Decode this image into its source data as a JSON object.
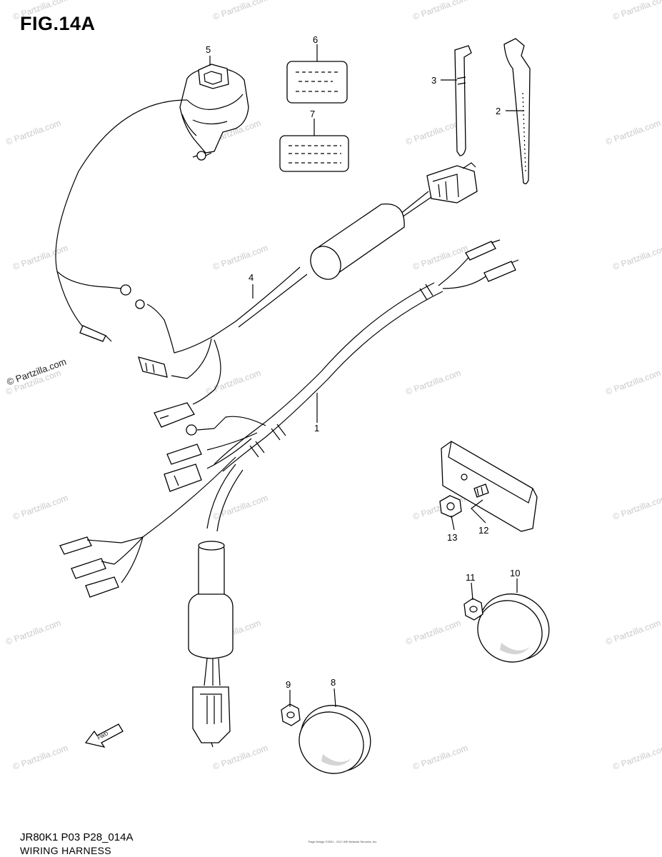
{
  "figure": {
    "title": "FIG.14A",
    "model_code": "JR80K1 P03 P28_014A",
    "name": "WIRING HARNESS",
    "direction_arrow": "FWD",
    "side_watermark": "© Partzilla.com",
    "footer_line1": "Page Design ©2001 - 2017 ARI Network Services, Inc."
  },
  "watermark_text": "© Partzilla.com",
  "callouts": [
    {
      "id": "callout-1",
      "label": "1"
    },
    {
      "id": "callout-2",
      "label": "2"
    },
    {
      "id": "callout-3",
      "label": "3"
    },
    {
      "id": "callout-4",
      "label": "4"
    },
    {
      "id": "callout-5",
      "label": "5"
    },
    {
      "id": "callout-6",
      "label": "6"
    },
    {
      "id": "callout-7",
      "label": "7"
    },
    {
      "id": "callout-8",
      "label": "8"
    },
    {
      "id": "callout-9",
      "label": "9"
    },
    {
      "id": "callout-10",
      "label": "10"
    },
    {
      "id": "callout-11",
      "label": "11"
    },
    {
      "id": "callout-12",
      "label": "12"
    },
    {
      "id": "callout-13",
      "label": "13"
    }
  ],
  "colors": {
    "line": "#000000",
    "watermark": "#c9c9c9",
    "background": "#ffffff"
  }
}
